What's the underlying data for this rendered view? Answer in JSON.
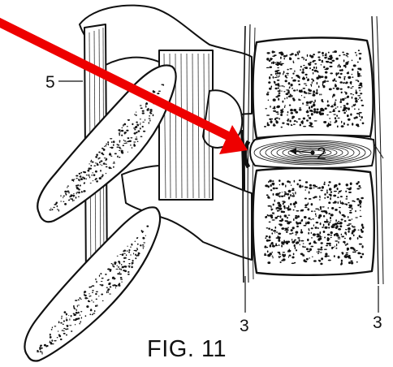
{
  "figure": {
    "caption": "FIG. 11",
    "labels": {
      "label_5": "5",
      "label_2": "2",
      "label_3_left": "3",
      "label_3_right": "3"
    }
  },
  "colors": {
    "ink": "#111111",
    "arrow": "#ee0000",
    "background": "#ffffff"
  },
  "icons": {
    "arrow": "red-pointer-arrow"
  }
}
